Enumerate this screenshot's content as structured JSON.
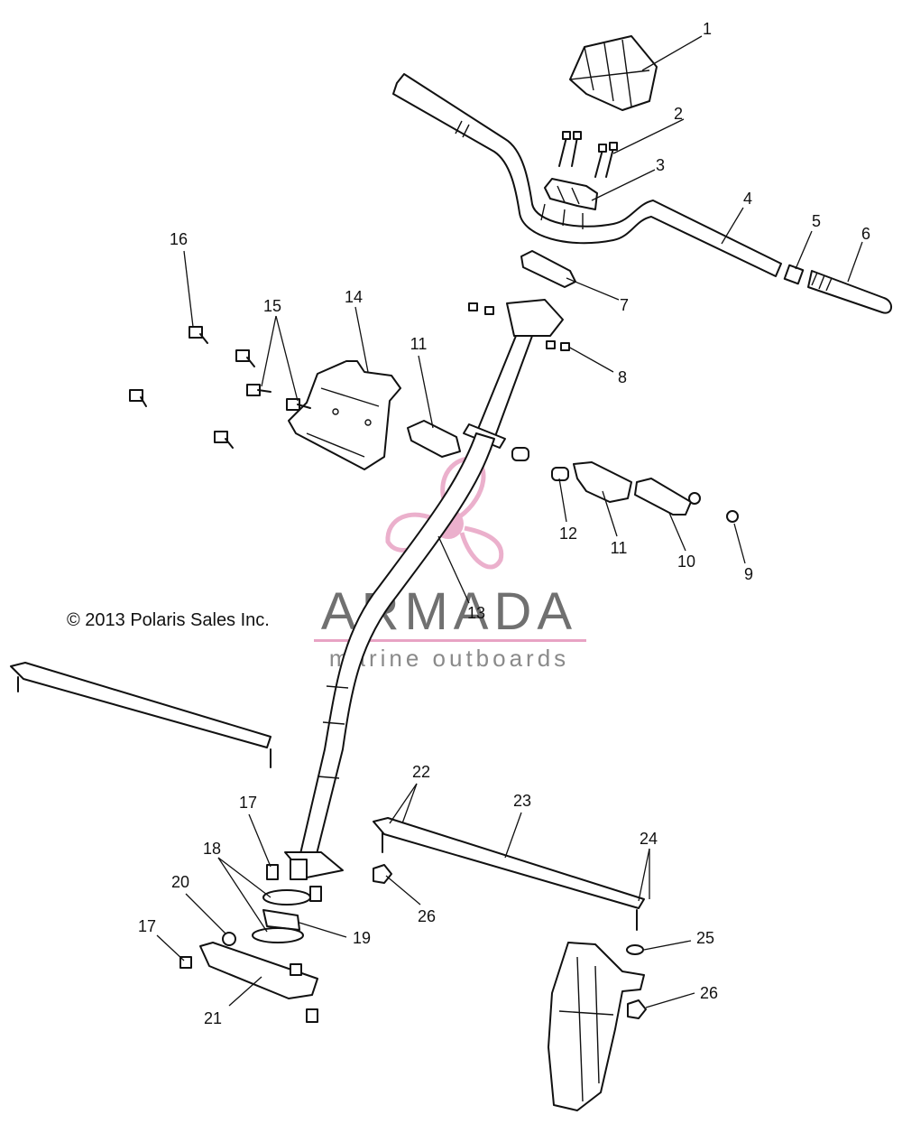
{
  "copyright": "© 2013 Polaris Sales Inc.",
  "watermark": {
    "name": "ARMADA",
    "tagline": "marine outboards",
    "logo_color": "#e8a3c4",
    "rule_color": "#e8a3c4"
  },
  "callouts": [
    {
      "id": "c1",
      "label": "1"
    },
    {
      "id": "c2",
      "label": "2"
    },
    {
      "id": "c3",
      "label": "3"
    },
    {
      "id": "c4",
      "label": "4"
    },
    {
      "id": "c5",
      "label": "5"
    },
    {
      "id": "c6",
      "label": "6"
    },
    {
      "id": "c7",
      "label": "7"
    },
    {
      "id": "c8",
      "label": "8"
    },
    {
      "id": "c9",
      "label": "9"
    },
    {
      "id": "c10",
      "label": "10"
    },
    {
      "id": "c11a",
      "label": "11"
    },
    {
      "id": "c11b",
      "label": "11"
    },
    {
      "id": "c12",
      "label": "12"
    },
    {
      "id": "c13",
      "label": "13"
    },
    {
      "id": "c14",
      "label": "14"
    },
    {
      "id": "c15",
      "label": "15"
    },
    {
      "id": "c16",
      "label": "16"
    },
    {
      "id": "c17a",
      "label": "17"
    },
    {
      "id": "c17b",
      "label": "17"
    },
    {
      "id": "c18",
      "label": "18"
    },
    {
      "id": "c19",
      "label": "19"
    },
    {
      "id": "c20",
      "label": "20"
    },
    {
      "id": "c21",
      "label": "21"
    },
    {
      "id": "c22",
      "label": "22"
    },
    {
      "id": "c23",
      "label": "23"
    },
    {
      "id": "c24",
      "label": "24"
    },
    {
      "id": "c25",
      "label": "25"
    },
    {
      "id": "c26a",
      "label": "26"
    },
    {
      "id": "c26b",
      "label": "26"
    }
  ]
}
